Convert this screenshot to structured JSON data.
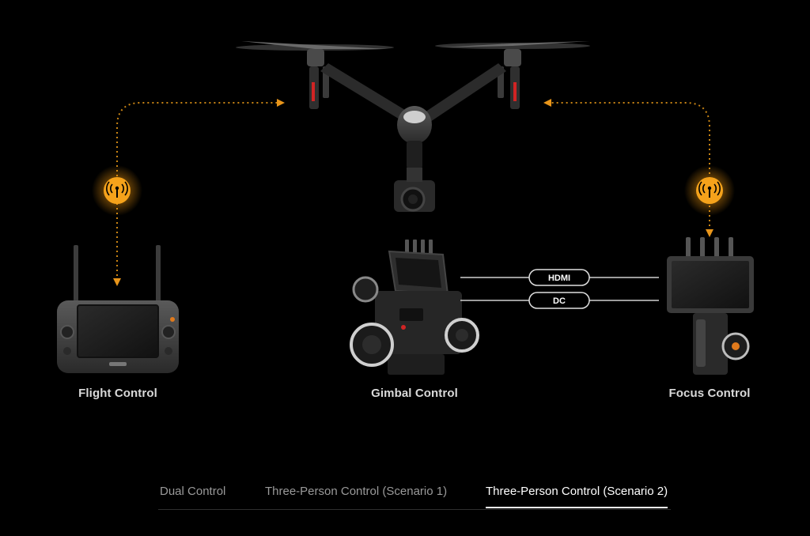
{
  "devices": {
    "flight_label": "Flight Control",
    "gimbal_label": "Gimbal Control",
    "focus_label": "Focus Control"
  },
  "cables": {
    "hdmi": "HDMI",
    "dc": "DC"
  },
  "tabs": [
    {
      "label": "Dual Control",
      "active": false
    },
    {
      "label": "Three-Person Control (Scenario 1)",
      "active": false
    },
    {
      "label": "Three-Person Control (Scenario 2)",
      "active": true
    }
  ],
  "colors": {
    "signal": "#f5a21b",
    "signal_line": "#c98414",
    "background": "#000000",
    "active_tab": "#ffffff",
    "inactive_tab": "#9a9a9a"
  }
}
